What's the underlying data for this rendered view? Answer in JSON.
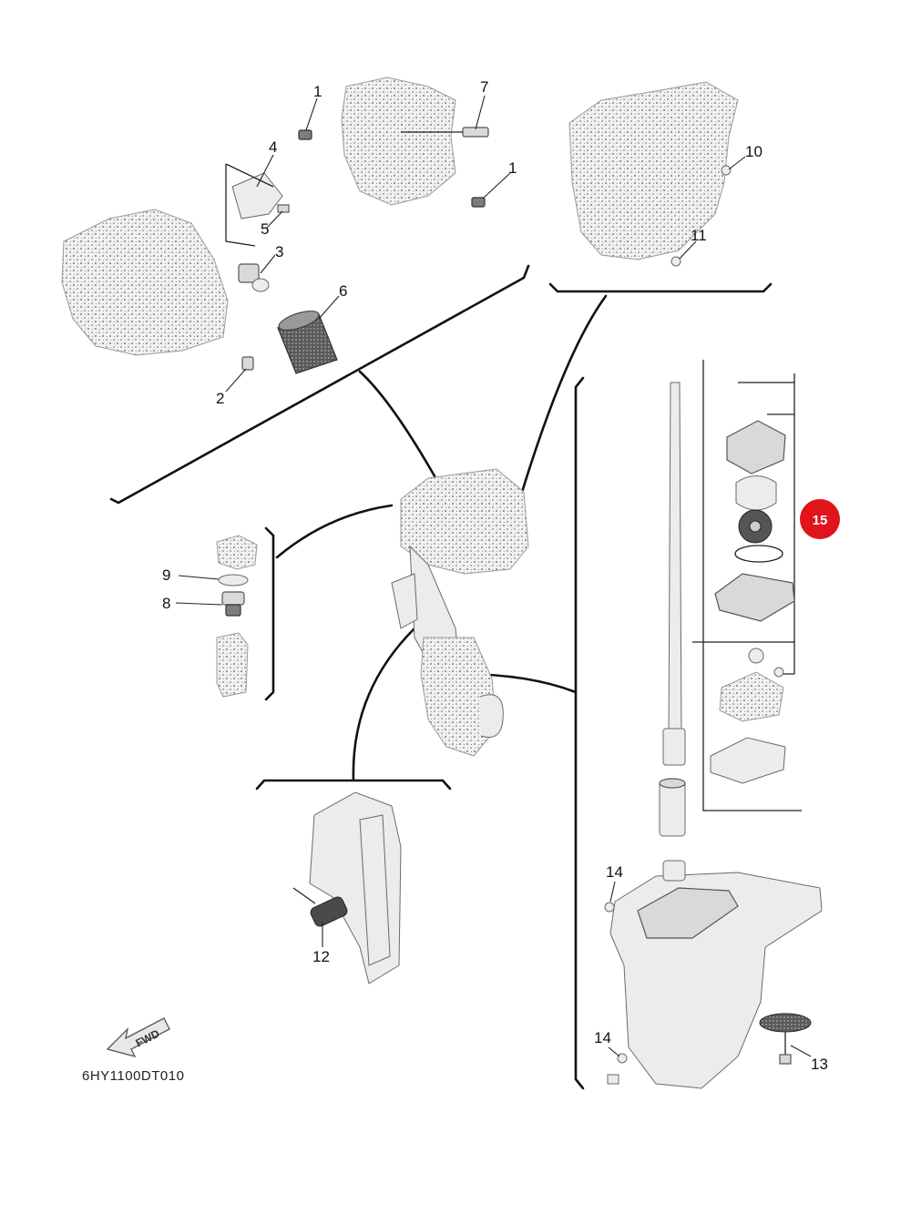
{
  "diagram": {
    "figure_code": "6HY1100DT010",
    "direction_label": "FWD",
    "callouts": [
      {
        "id": "c1a",
        "label": "1"
      },
      {
        "id": "c1b",
        "label": "1"
      },
      {
        "id": "c2",
        "label": "2"
      },
      {
        "id": "c3",
        "label": "3"
      },
      {
        "id": "c4",
        "label": "4"
      },
      {
        "id": "c5",
        "label": "5"
      },
      {
        "id": "c6",
        "label": "6"
      },
      {
        "id": "c7",
        "label": "7"
      },
      {
        "id": "c8",
        "label": "8"
      },
      {
        "id": "c9",
        "label": "9"
      },
      {
        "id": "c10",
        "label": "10"
      },
      {
        "id": "c11",
        "label": "11"
      },
      {
        "id": "c12",
        "label": "12"
      },
      {
        "id": "c13",
        "label": "13"
      },
      {
        "id": "c14a",
        "label": "14"
      },
      {
        "id": "c14b",
        "label": "14"
      }
    ],
    "highlight": {
      "label": "15",
      "color": "#e0141b"
    }
  }
}
